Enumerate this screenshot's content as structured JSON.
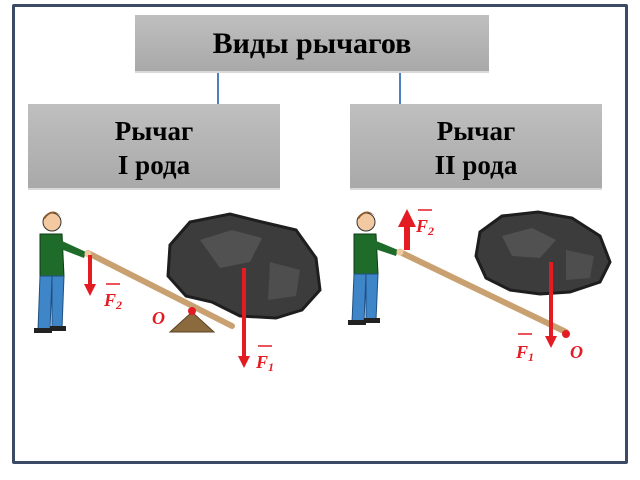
{
  "title": "Виды рычагов",
  "lever1": {
    "line1": "Рычаг",
    "line2": "I рода",
    "force_effort": "F2",
    "force_load": "F1",
    "pivot": "O"
  },
  "lever2": {
    "line1": "Рычаг",
    "line2": "II рода",
    "force_effort": "F2",
    "force_load": "F1",
    "pivot": "O"
  },
  "colors": {
    "frame": "#3b4a66",
    "box": "#b5b5b5",
    "connector": "#4f7fbf",
    "force": "#e31b23",
    "rock": "#3c3c3c",
    "lever": "#c9a070",
    "fulcrum": "#8b6a3e",
    "shirt": "#1f6b2a",
    "pants": "#3f86c9"
  }
}
